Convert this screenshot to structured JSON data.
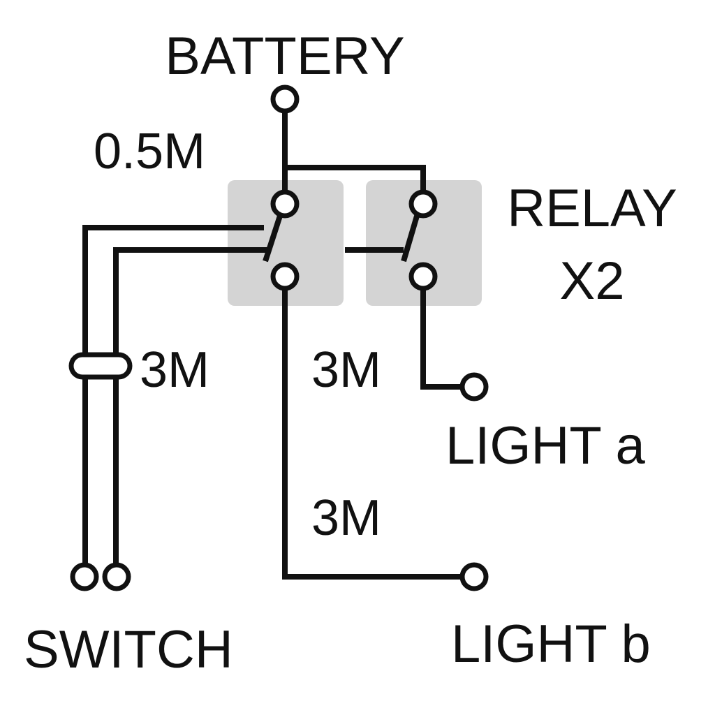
{
  "labels": {
    "battery": "BATTERY",
    "battery_wire": "0.5M",
    "relay_line1": "RELAY",
    "relay_line2": "X2",
    "switch_wire": "3M",
    "light_a_wire": "3M",
    "light_a": "LIGHT a",
    "light_b_wire": "3M",
    "light_b": "LIGHT b",
    "switch": "SWITCH"
  },
  "colors": {
    "line": "#111111",
    "relay_fill": "#d4d4d4",
    "background": "#ffffff"
  }
}
